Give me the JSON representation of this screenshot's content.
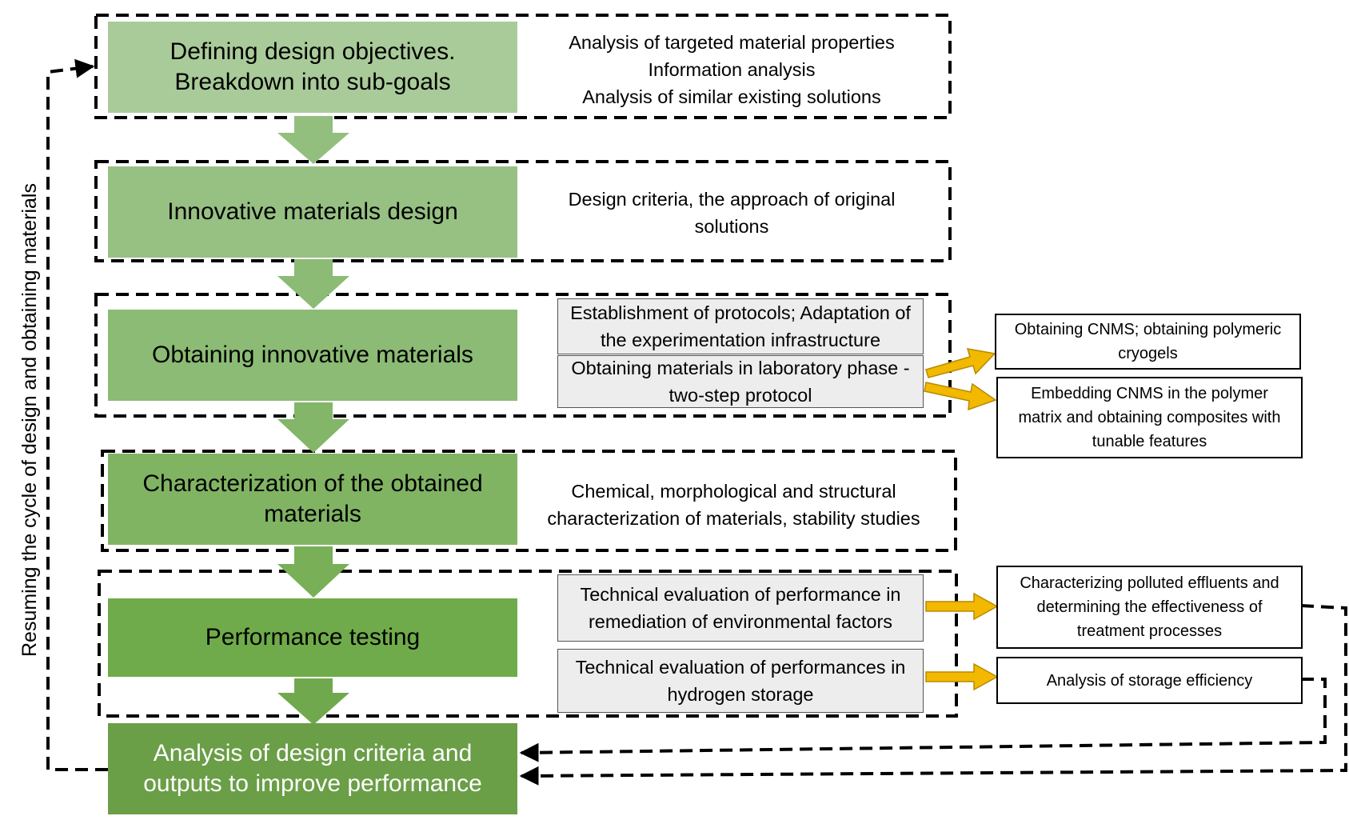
{
  "colors": {
    "step1": "#a9cb99",
    "step2": "#97c083",
    "step3": "#8bbb74",
    "step4": "#80b463",
    "step5": "#6fab4a",
    "step6": "#6a9e47",
    "down_arrow": "#93bf7e",
    "yellow_arrow": "#f2b900",
    "yellow_arrow_edge": "#b88a00"
  },
  "side_label": "Resuming the cycle of design and obtaining materials",
  "steps": [
    {
      "label": "Defining design objectives. Breakdown into sub-goals"
    },
    {
      "label": "Innovative materials design"
    },
    {
      "label": "Obtaining innovative materials"
    },
    {
      "label": "Characterization of the obtained materials"
    },
    {
      "label": "Performance testing"
    },
    {
      "label": "Analysis of design criteria and outputs to improve performance"
    }
  ],
  "notes": {
    "step1": [
      "Analysis of targeted material properties",
      "Information analysis",
      "Analysis of similar existing solutions"
    ],
    "step2": "Design criteria, the approach of original solutions",
    "step4": "Chemical, morphological and structural characterization of materials, stability studies"
  },
  "gray_boxes": {
    "protocols": "Establishment of protocols; Adaptation of the experimentation infrastructure",
    "lab_phase": "Obtaining materials in laboratory phase - two-step protocol",
    "remediation": "Technical evaluation of performance in remediation of environmental factors",
    "hydrogen": "Technical evaluation of performances in hydrogen storage"
  },
  "outcomes": {
    "cnms": "Obtaining CNMS; obtaining polymeric cryogels",
    "embedding": "Embedding CNMS in the polymer matrix and obtaining composites with tunable features",
    "effluents": "Characterizing polluted effluents and determining the effectiveness of treatment processes",
    "storage": "Analysis of storage efficiency"
  }
}
